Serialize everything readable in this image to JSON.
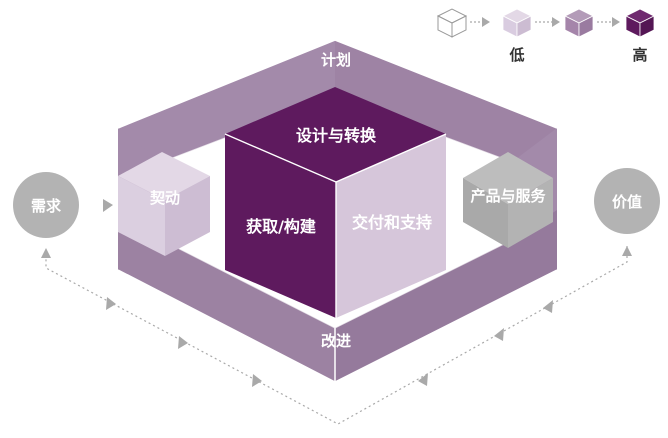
{
  "legend": {
    "low_label": "低",
    "high_label": "高",
    "colors": [
      "#ffffff",
      "#d9cce0",
      "#a585aa",
      "#5e1a5e"
    ]
  },
  "frame": {
    "top_label": "计划",
    "bottom_label": "改进"
  },
  "center_cube": {
    "top_label": "设计与转换",
    "left_label": "获取/构建",
    "right_label": "交付和支持"
  },
  "left_cube": {
    "label": "契动"
  },
  "right_cube": {
    "label": "产品与服务"
  },
  "left_circle": {
    "label": "需求"
  },
  "right_circle": {
    "label": "价值"
  },
  "colors": {
    "frame_face": "#a38aaa",
    "frame_top": "#c3b1c7",
    "center_dark": "#5e1a5e",
    "center_light": "#d6c6da",
    "circle_gray": "#b3b3b3"
  }
}
